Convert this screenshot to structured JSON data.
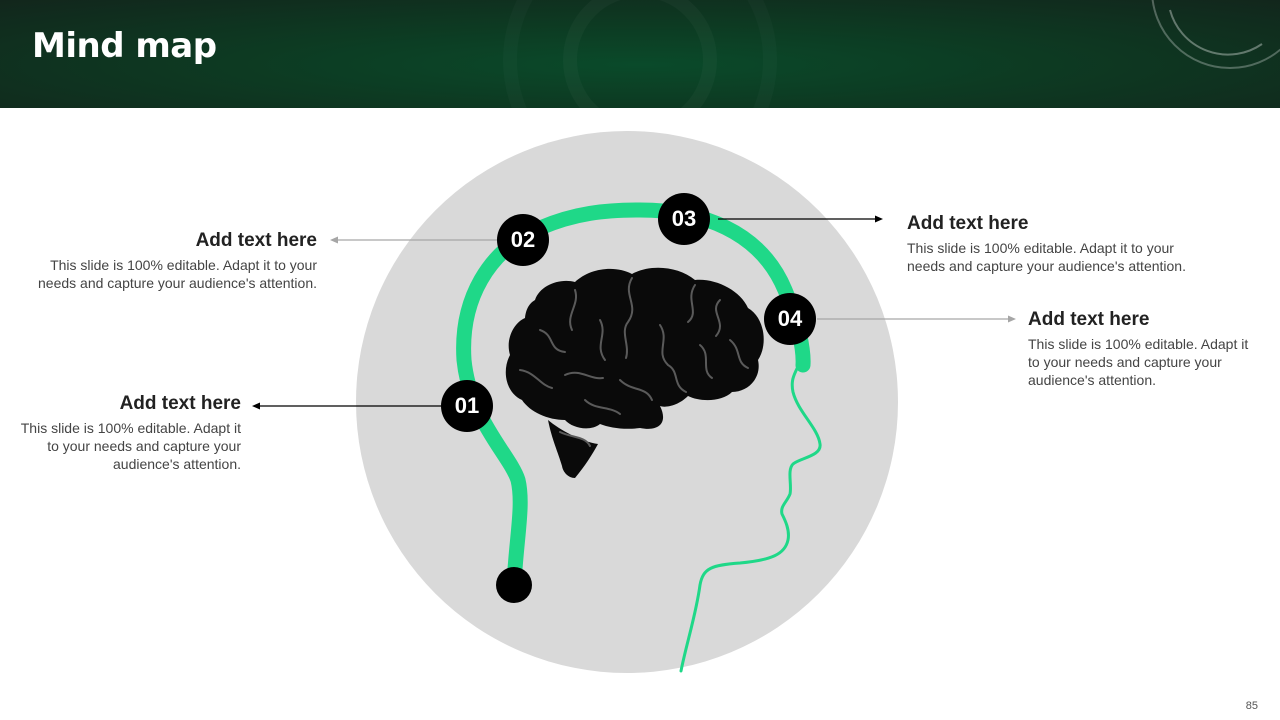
{
  "slide": {
    "title": "Mind map",
    "page_number": "85"
  },
  "colors": {
    "header_dark": "#12261c",
    "header_accent": "#0a4a2a",
    "path_green": "#1fd888",
    "circle_grey": "#d9d9d9",
    "marker_black": "#000000",
    "brain_black": "#0a0a0a"
  },
  "diagram": {
    "markers": [
      {
        "id": "01",
        "label": "01"
      },
      {
        "id": "02",
        "label": "02"
      },
      {
        "id": "03",
        "label": "03"
      },
      {
        "id": "04",
        "label": "04"
      }
    ],
    "callouts": [
      {
        "heading": "Add text here",
        "body": "This slide is 100% editable. Adapt it to your needs and capture your audience's attention."
      },
      {
        "heading": "Add text here",
        "body": "This slide is 100% editable. Adapt it to your needs and capture your audience's attention."
      },
      {
        "heading": "Add text here",
        "body": "This slide is 100% editable. Adapt it to your needs and capture your audience's attention."
      },
      {
        "heading": "Add text here",
        "body": "This slide is 100% editable. Adapt it to your needs and capture your audience's attention."
      }
    ],
    "icons": [
      "brain-icon",
      "head-silhouette-icon"
    ]
  }
}
